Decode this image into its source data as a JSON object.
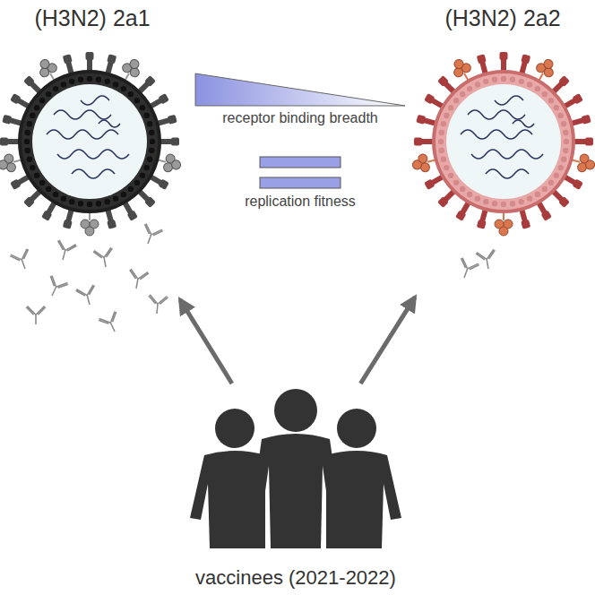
{
  "diagram": {
    "nodes": [
      {
        "text": [
          "(H3N2) 2a1"
        ]
      },
      {
        "text": [
          "(H3N2) 2a2"
        ]
      },
      {
        "text": [
          "vaccinees (2021-2022)"
        ]
      }
    ],
    "edges": [
      {
        "from": 2,
        "to": 0,
        "arrow": "to"
      },
      {
        "from": 2,
        "to": 1,
        "arrow": "to"
      }
    ],
    "labels": [
      "receptor binding breadth",
      "replication fitness"
    ]
  }
}
